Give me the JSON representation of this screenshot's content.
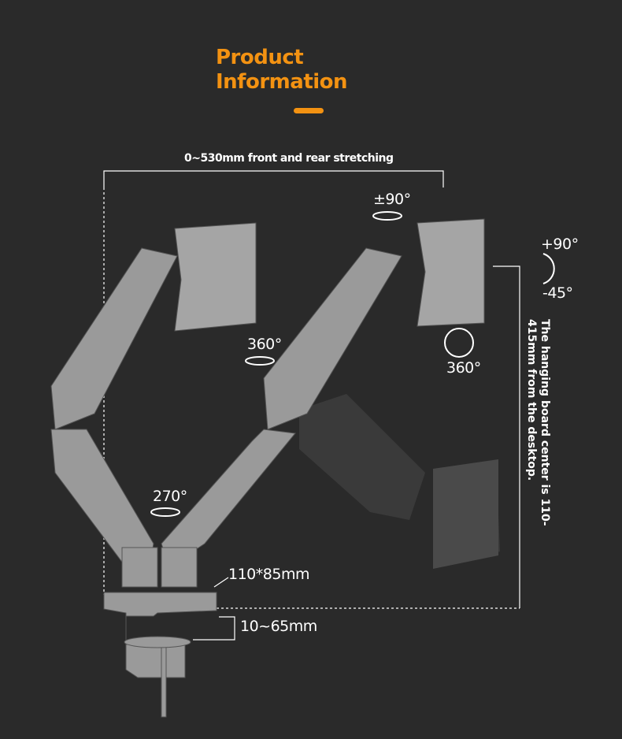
{
  "header": {
    "title_line1": "Product",
    "title_line2": "Information",
    "accent_color": "#f39212"
  },
  "dimensions": {
    "stretching": "0~530mm front and rear stretching",
    "tilt_top": "±90°",
    "tilt_up": "+90°",
    "tilt_down": "-45°",
    "swivel_arm": "360°",
    "rotation_monitor": "360°",
    "base_rotation": "270°",
    "base_size": "110*85mm",
    "clamp_range": "10~65mm",
    "height_note": "The hanging board center is 110-415mm from the desktop."
  }
}
